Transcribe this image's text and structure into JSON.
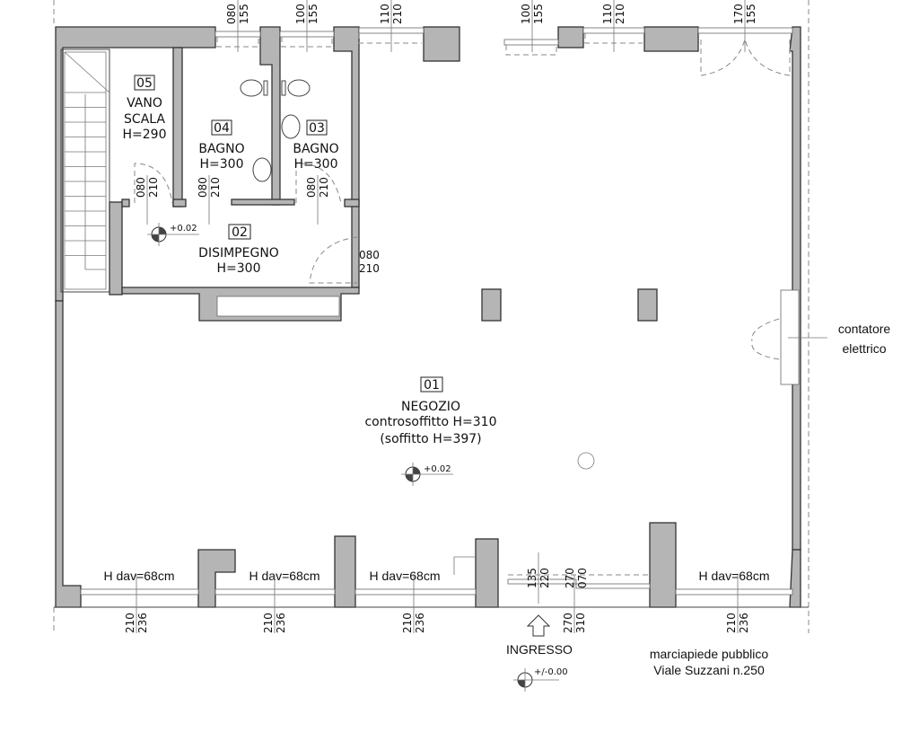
{
  "rooms": [
    {
      "number": "05",
      "name": "VANO",
      "name2": "SCALA",
      "height": "H=290"
    },
    {
      "number": "04",
      "name": "BAGNO",
      "height": "H=300"
    },
    {
      "number": "03",
      "name": "BAGNO",
      "height": "H=300"
    },
    {
      "number": "02",
      "name": "DISIMPEGNO",
      "height": "H=300"
    },
    {
      "number": "01",
      "name": "NEGOZIO",
      "height": "controsoffitto H=310",
      "note": "(soffitto H=397)"
    }
  ],
  "top_dims": [
    {
      "w": "080",
      "h": "155"
    },
    {
      "w": "100",
      "h": "155"
    },
    {
      "w": "110",
      "h": "210"
    },
    {
      "w": "100",
      "h": "155"
    },
    {
      "w": "110",
      "h": "210"
    },
    {
      "w": "170",
      "h": "155"
    }
  ],
  "door_dims": [
    {
      "w": "080",
      "h": "210"
    },
    {
      "w": "080",
      "h": "210"
    },
    {
      "w": "080",
      "h": "210"
    },
    {
      "w": "080",
      "h": "210"
    }
  ],
  "bottom_dims": [
    {
      "a": "210",
      "b": "236"
    },
    {
      "a": "210",
      "b": "236"
    },
    {
      "a": "210",
      "b": "236"
    },
    {
      "a": "270",
      "b": "310"
    },
    {
      "a": "210",
      "b": "236"
    }
  ],
  "entrance_dims": [
    {
      "a": "135",
      "b": "220"
    },
    {
      "a": "270",
      "b": "070"
    }
  ],
  "sill_label": "H dav=68cm",
  "levels": {
    "disimpegno": "+0.02",
    "negozio": "+0.02",
    "ingresso": "+/-0.00"
  },
  "entrance_label": "INGRESSO",
  "meter_label": [
    "contatore",
    "elettrico"
  ],
  "street": [
    "marciapiede pubblico",
    "Viale Suzzani n.250"
  ]
}
